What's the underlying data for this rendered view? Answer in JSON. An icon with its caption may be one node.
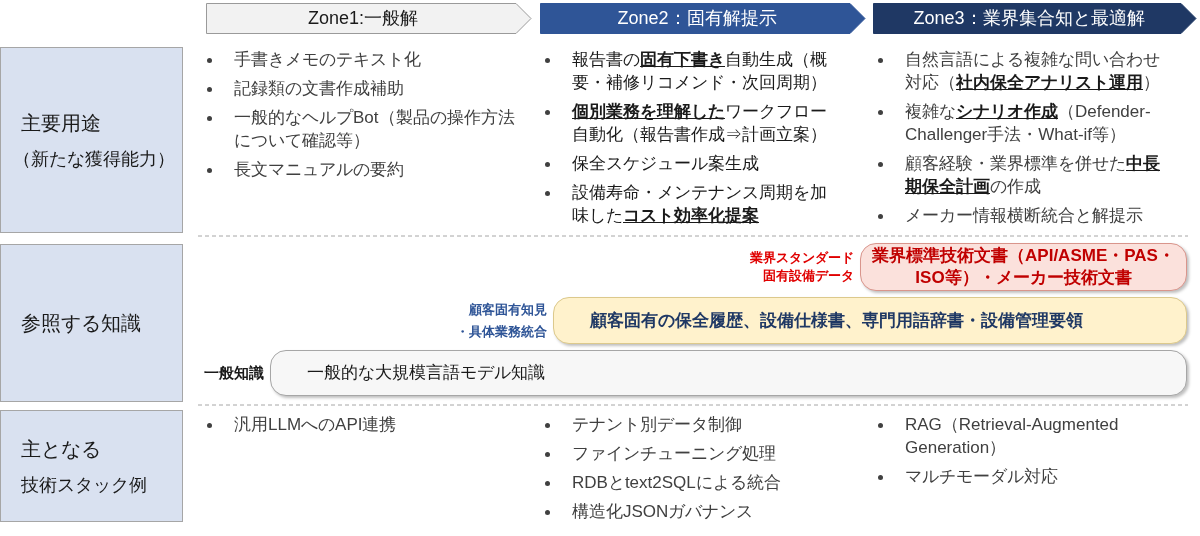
{
  "diagram": {
    "nodes": [
      {
        "text": [
          "Zone1:一般解"
        ]
      },
      {
        "text": [
          "Zone2：固有解提示"
        ]
      },
      {
        "text": [
          "Zone3：業界集合知と最適解"
        ]
      },
      {
        "text": [
          "主要用途",
          "（新たな獲得能力）"
        ]
      },
      {
        "text": [
          "参照する知識"
        ]
      },
      {
        "text": [
          "業界標準技術文書（API/ASME・PAS・ISO等）・メーカー技術文書"
        ],
        "beside": [
          "業界スタンダード",
          "固有設備データ"
        ]
      },
      {
        "text": [
          "顧客固有の保全履歴、設備仕様書、専門用語辞書・設備管理要領"
        ],
        "beside": [
          "顧客固有知見",
          "・具体業務統合"
        ]
      },
      {
        "text": [
          "一般的な大規模言語モデル知識"
        ],
        "beside": [
          "一般知識"
        ]
      },
      {
        "text": [
          "主となる",
          "技術スタック例"
        ]
      }
    ],
    "labels": [
      "手書きメモのテキスト化",
      "記録類の文書作成補助",
      "一般的なヘルプBot（製品の操作方法について確認等）",
      "長文マニュアルの要約",
      "報告書の**固有下書き**自動生成（概要・補修リコメンド・次回周期）",
      "**個別業務を理解した**ワークフロー自動化（報告書作成⇒計画立案）",
      "保全スケジュール案生成",
      "設備寿命・メンテナンス周期を加味した**コスト効率化提案**",
      "自然言語による複雑な問い合わせ対応（**社内保全アナリスト運用**）",
      "複雑な**シナリオ作成**（Defender-Challenger手法・What-if等）",
      "顧客経験・業界標準を併せた**中長期保全計画**の作成",
      "メーカー情報横断統合と解提示",
      "汎用LLMへのAPI連携",
      "テナント別データ制御",
      "ファインチューニング処理",
      "RDBとtext2SQLによる統合",
      "構造化JSONガバナンス",
      "RAG（Retrieval-Augmented Generation）",
      "マルチモーダル対応"
    ]
  }
}
